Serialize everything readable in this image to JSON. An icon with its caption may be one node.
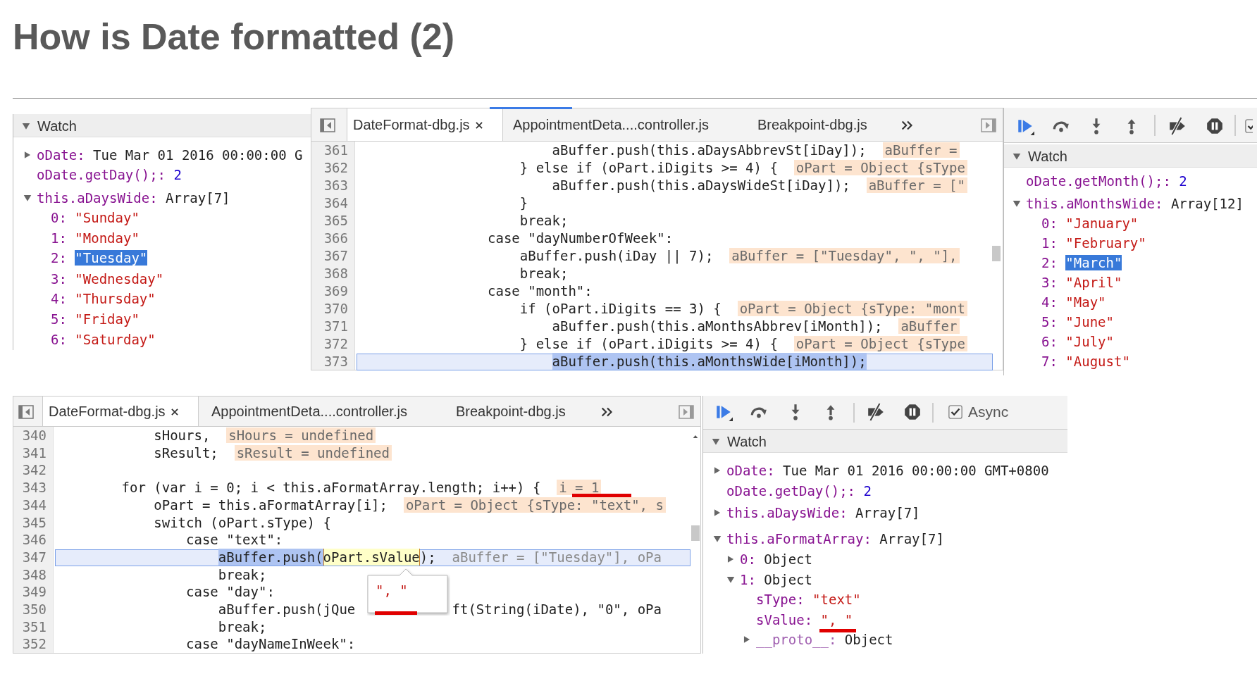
{
  "diagram": {
    "title": "How is Date formatted (2)",
    "nodes": [
      {
        "text": [
          "Watch",
          "oDate:",
          "Tue Mar 01 2016 00:00:00 G",
          "oDate.getDay();:",
          "2",
          "this.aDaysWide:",
          "Array[7]",
          "0:",
          "\"Sunday\"",
          "1:",
          "\"Monday\"",
          "2:",
          "\"Tuesday\"",
          "3:",
          "\"Wednesday\"",
          "4:",
          "\"Thursday\"",
          "5:",
          "\"Friday\"",
          "6:",
          "\"Saturday\""
        ]
      },
      {
        "text": [
          "DateFormat-dbg.js",
          "AppointmentDeta....controller.js",
          "Breakpoint-dbg.js",
          "361",
          "aBuffer.push(this.aDaysAbbrevSt[iDay]);",
          "aBuffer =",
          "362",
          "} else if (oPart.iDigits >= 4) {",
          "oPart = Object {sType",
          "363",
          "aBuffer.push(this.aDaysWideSt[iDay]);",
          "aBuffer = [\"",
          "364",
          "}",
          "365",
          "break;",
          "366",
          "case \"dayNumberOfWeek\":",
          "367",
          "aBuffer.push(iDay || 7);",
          "aBuffer = [\"Tuesday\", \", \"],",
          "368",
          "break;",
          "369",
          "case \"month\":",
          "370",
          "if (oPart.iDigits == 3) {",
          "oPart = Object {sType: \"mont",
          "371",
          "aBuffer.push(this.aMonthsAbbrev[iMonth]);",
          "aBuffer",
          "372",
          "} else if (oPart.iDigits >= 4) {",
          "oPart = Object {sType",
          "373",
          "aBuffer.push(this.aMonthsWide[iMonth]);"
        ]
      },
      {
        "text": [
          "Watch",
          "oDate.getMonth();:",
          "2",
          "this.aMonthsWide:",
          "Array[12]",
          "0:",
          "\"January\"",
          "1:",
          "\"February\"",
          "2:",
          "\"March\"",
          "3:",
          "\"April\"",
          "4:",
          "\"May\"",
          "5:",
          "\"June\"",
          "6:",
          "\"July\"",
          "7:",
          "\"August\""
        ]
      },
      {
        "text": [
          "DateFormat-dbg.js",
          "AppointmentDeta....controller.js",
          "Breakpoint-dbg.js",
          "340",
          "sHours,",
          "sHours = undefined",
          "341",
          "sResult;",
          "sResult = undefined",
          "342",
          "343",
          "for (var i = 0; i < this.aFormatArray.length; i++) {",
          "i = 1",
          "344",
          "oPart = this.aFormatArray[i];",
          "oPart = Object {sType: \"text\", s",
          "345",
          "switch (oPart.sType) {",
          "346",
          "case \"text\":",
          "347",
          "aBuffer.push(oPart.sValue);",
          "aBuffer = [\"Tuesday\"], oPa",
          "348",
          "break;",
          "349",
          "case \"day\":",
          "350",
          "aBuffer.push(jQue",
          "ft(String(iDate), \"0\", oPa",
          "351",
          "break;",
          "352",
          "case \"dayNameInWeek\":"
        ]
      },
      {
        "text": [
          "\", \""
        ],
        "in": 3
      },
      {
        "text": [
          "Async",
          "Watch",
          "oDate:",
          "Tue Mar 01 2016 00:00:00 GMT+0800",
          "oDate.getDay();:",
          "2",
          "this.aDaysWide:",
          "Array[7]",
          "this.aFormatArray:",
          "Array[7]",
          "0:",
          "Object",
          "1:",
          "Object",
          "sType:",
          "\"text\"",
          "sValue:",
          "\", \"",
          "__proto__:",
          "Object"
        ]
      }
    ]
  }
}
